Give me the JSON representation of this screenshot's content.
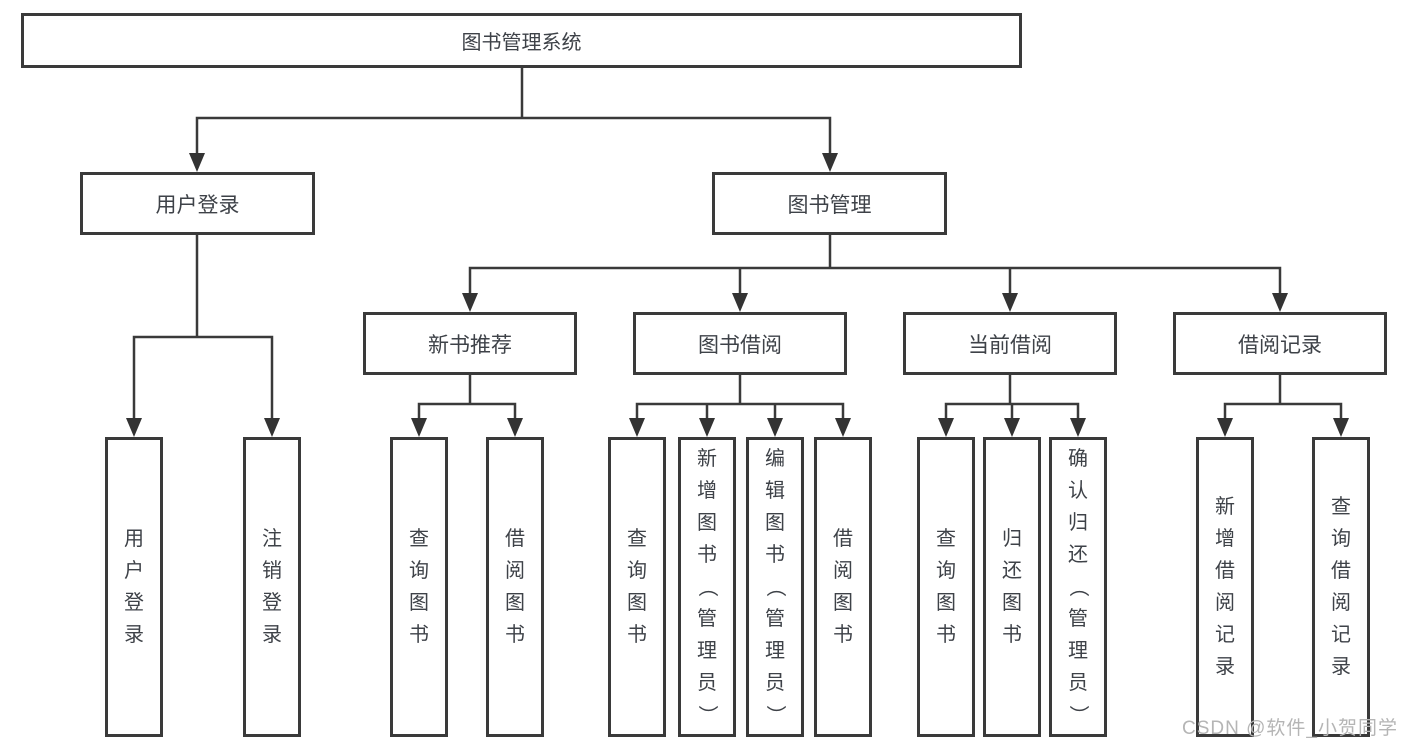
{
  "diagram": {
    "root": "图书管理系统",
    "level2": {
      "user_login": "用户登录",
      "book_management": "图书管理"
    },
    "level3": {
      "new_book_recommend": "新书推荐",
      "book_borrow": "图书借阅",
      "current_borrow": "当前借阅",
      "borrow_records": "借阅记录"
    },
    "leaves": {
      "user_login": "用户登录",
      "logout": "注销登录",
      "nbr_query_book": "查询图书",
      "nbr_borrow_book": "借阅图书",
      "bb_query_book": "查询图书",
      "bb_add_book": "新增图书（管理员）",
      "bb_edit_book": "编辑图书（管理员）",
      "bb_borrow_book": "借阅图书",
      "cb_query_book": "查询图书",
      "cb_return_book": "归还图书",
      "cb_confirm_return": "确认归还（管理员）",
      "br_add_record": "新增借阅记录",
      "br_query_record": "查询借阅记录"
    },
    "colors": {
      "line": "#3a3a3a",
      "text": "#3e4248",
      "watermark": "#b5b5b5"
    }
  },
  "watermark": "CSDN @软件_小贺同学"
}
